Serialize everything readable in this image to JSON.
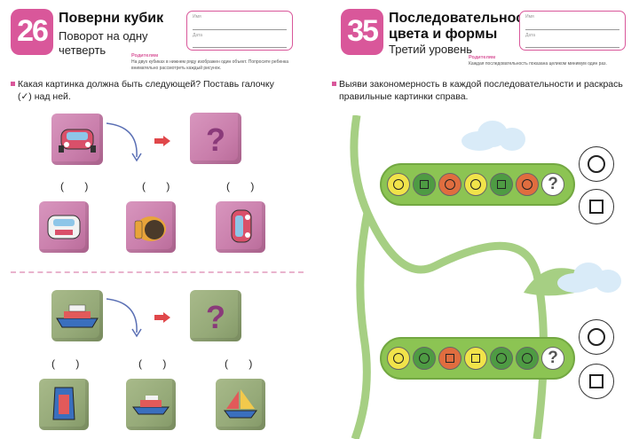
{
  "left": {
    "number": "26",
    "title": "Поверни кубик",
    "subtitle": "Поворот на одну четверть",
    "name_label": "Имя",
    "date_label": "Дата",
    "parents_head": "Родителям",
    "parents_text": "На двух кубиках в нижнем ряду изображен один объект. Попросите ребенка внимательно рассмотреть каждый рисунок.",
    "task": "Какая картинка должна быть следующей? Поставь галочку (✓) над ней.",
    "question_mark": "?",
    "paren": "(  )"
  },
  "right": {
    "number": "35",
    "title_line1": "Последовательности:",
    "title_line2": "цвета и формы",
    "subtitle": "Третий уровень",
    "name_label": "Имя",
    "date_label": "Дата",
    "parents_head": "Родителям",
    "parents_text": "Каждая последовательность показана целиком минимум один раз.",
    "task": "Выяви закономерность в каждой последовательности и раскрась правильные картинки справа.",
    "question_mark": "?",
    "pod1": [
      {
        "color": "y",
        "shape": "circle"
      },
      {
        "color": "g",
        "shape": "square"
      },
      {
        "color": "o",
        "shape": "circle"
      },
      {
        "color": "y",
        "shape": "circle"
      },
      {
        "color": "g",
        "shape": "square"
      },
      {
        "color": "o",
        "shape": "circle"
      },
      {
        "color": "w",
        "shape": "question"
      }
    ],
    "pod2": [
      {
        "color": "y",
        "shape": "circle"
      },
      {
        "color": "g",
        "shape": "circle"
      },
      {
        "color": "o",
        "shape": "square"
      },
      {
        "color": "y",
        "shape": "square"
      },
      {
        "color": "g",
        "shape": "circle"
      },
      {
        "color": "g",
        "shape": "circle"
      },
      {
        "color": "w",
        "shape": "question"
      }
    ]
  },
  "colors": {
    "accent": "#d9579a",
    "cube_pink": "#c97eab",
    "cube_green": "#95a978",
    "pod_green": "#8cc453",
    "pea_yellow": "#f1e34a",
    "pea_green": "#4e9b43",
    "pea_orange": "#e06d3f"
  }
}
